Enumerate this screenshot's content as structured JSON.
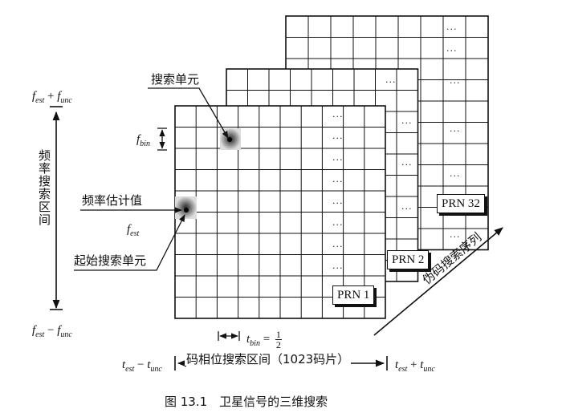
{
  "labels": {
    "search_cell": "搜索单元",
    "freq_estimate": "频率估计值",
    "start_search_cell": "起始搜索单元",
    "freq_search_interval": "频率搜索区间",
    "code_phase_interval": "码相位搜索区间（1023码片）",
    "pseudocode_sequence": "伪码搜索序列",
    "caption": "图 13.1　卫星信号的三维搜索"
  },
  "math": {
    "f_base": "f",
    "t_base": "t",
    "est": "est",
    "unc": "unc",
    "bin": "bin",
    "plus": " + ",
    "minus": " − ",
    "equals": " = ",
    "half_num": "1",
    "half_den": "2"
  },
  "layers": [
    {
      "label": "PRN 1"
    },
    {
      "label": "PRN 2"
    },
    {
      "label": "PRN 32"
    }
  ],
  "ellipsis": "···"
}
